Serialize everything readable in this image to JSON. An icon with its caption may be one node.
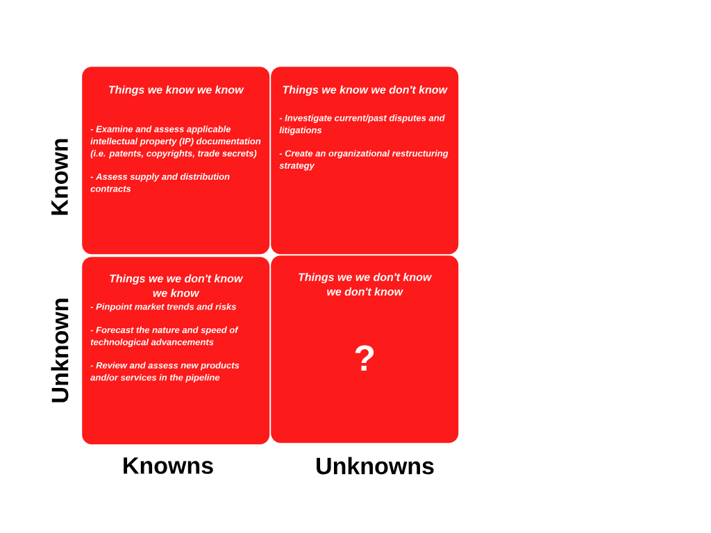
{
  "diagram": {
    "nodes": [
      {
        "text": [
          "Things we know we know",
          "- Examine and assess applicable intellectual property (IP) documentation (i.e. patents, copyrights, trade secrets)",
          "- Assess supply and distribution contracts"
        ]
      },
      {
        "text": [
          "Things we know we don't know",
          "- Investigate current/past disputes and litigations",
          "- Create an organizational restructuring strategy"
        ]
      },
      {
        "text": [
          "Things we  we don't know we know",
          "- Pinpoint market trends and risks",
          "- Forecast the nature and speed of technological advancements",
          "- Review and assess new products and/or services in the pipeline"
        ]
      },
      {
        "text": [
          "Things we  we don't know we don't know",
          "?"
        ]
      }
    ],
    "labels": [
      "Known",
      "Unknown",
      "Knowns",
      "Unknowns"
    ]
  }
}
